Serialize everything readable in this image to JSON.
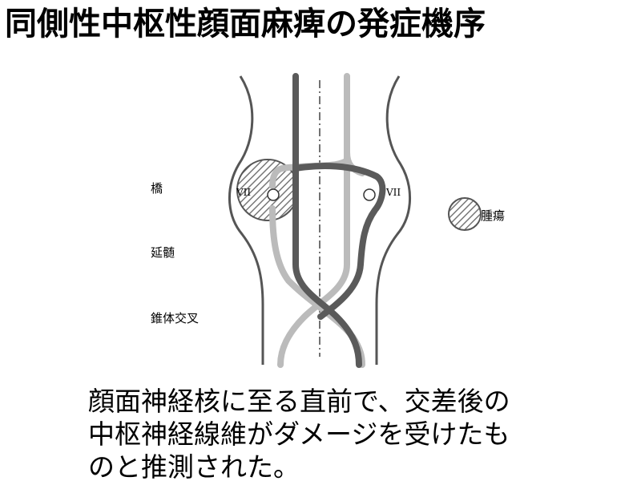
{
  "title": "同側性中枢性顔面麻痺の発症機序",
  "diagram": {
    "labels": {
      "pons": "橋",
      "medulla": "延髄",
      "pyramidal_decussation": "錐体交叉",
      "tumor": "腫瘍",
      "nucleus_left": "VII",
      "nucleus_right": "VII"
    },
    "colors": {
      "outline": "#555555",
      "tract_dark": "#5a5a5a",
      "tract_light": "#bbbbbb",
      "hatch": "#777777"
    }
  },
  "caption": {
    "line1": "顔面神経核に至る直前で、交差後の",
    "line2": "中枢神経線維がダメージを受けたも",
    "line3": "のと推測された。"
  }
}
